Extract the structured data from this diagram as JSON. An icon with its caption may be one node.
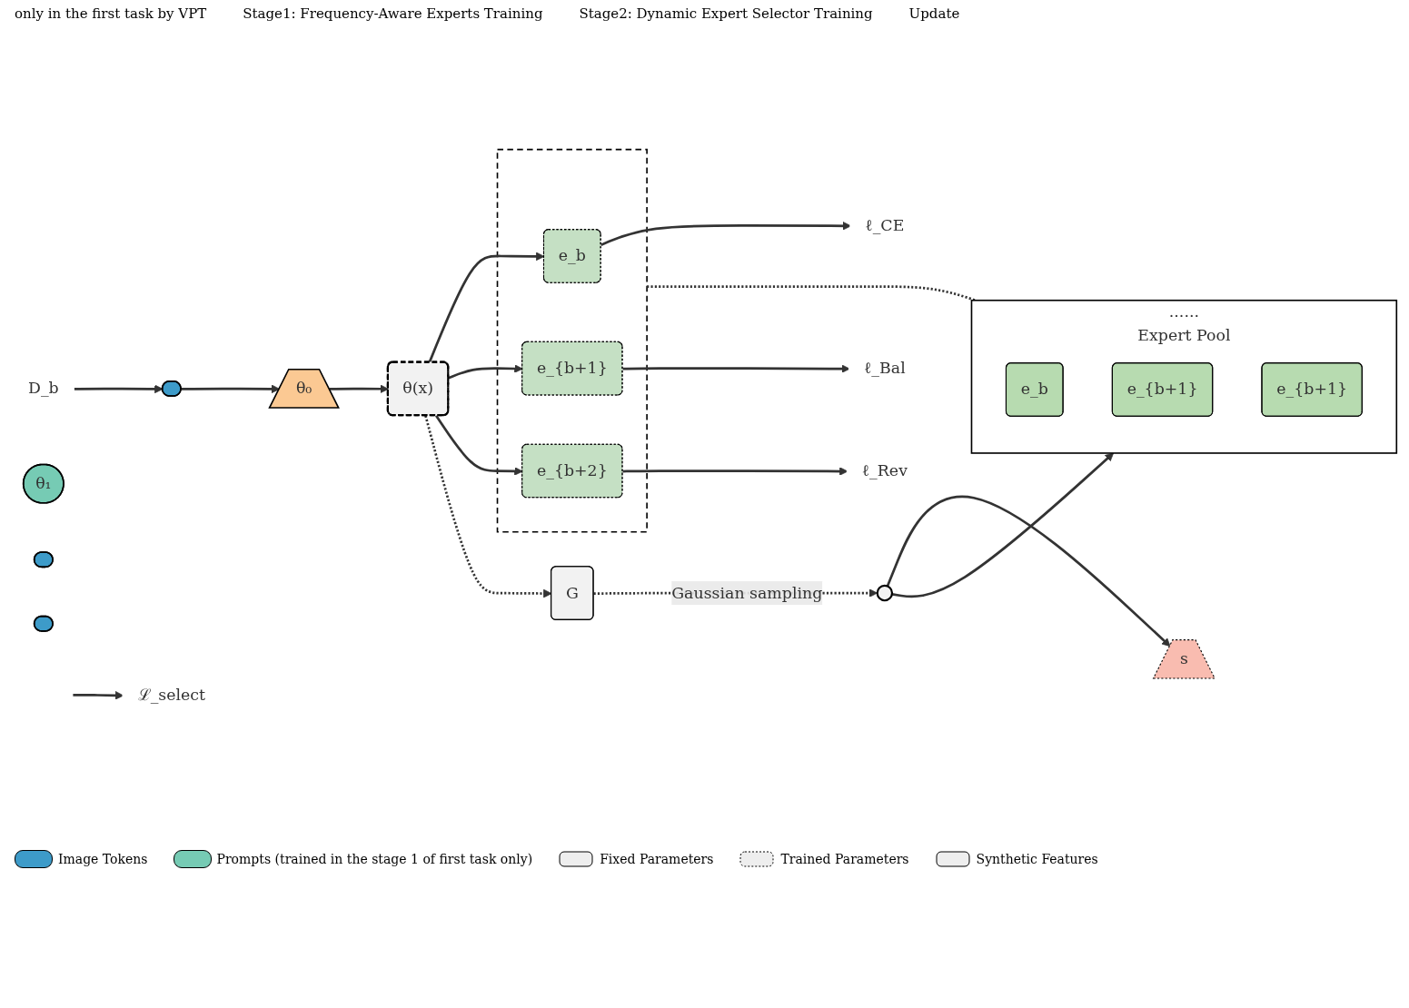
{
  "diagram": {
    "nodes": [
      {
        "text": [
          "D_b"
        ]
      },
      {
        "text": [
          "θ₁"
        ]
      },
      {
        "text": [],
        "shape": "box"
      },
      {
        "text": [],
        "shape": "box"
      },
      {
        "text": [],
        "shape": "box"
      },
      {
        "text": [
          "θ₀"
        ]
      },
      {
        "text": [
          "θ(x)"
        ]
      },
      {
        "text": [],
        "shape": "box"
      },
      {
        "text": [
          "e_b"
        ],
        "in": 7
      },
      {
        "text": [
          "e_{b+1}"
        ],
        "in": 7
      },
      {
        "text": [
          "e_{b+2}"
        ],
        "in": 7
      },
      {
        "text": [
          "ℓ_CE"
        ]
      },
      {
        "text": [
          "ℓ_Bal"
        ]
      },
      {
        "text": [
          "ℓ_Rev"
        ]
      },
      {
        "text": [
          "G"
        ]
      },
      {
        "text": [],
        "shape": "ellipse"
      },
      {
        "text": [
          "......",
          "Expert Pool"
        ]
      },
      {
        "text": [
          "e_b"
        ],
        "in": 16
      },
      {
        "text": [
          "e_{b+1}"
        ],
        "in": 16
      },
      {
        "text": [
          "e_{b+1}"
        ],
        "in": 16
      },
      {
        "text": [
          "s"
        ]
      },
      {
        "text": [
          "ℒ_select"
        ]
      }
    ],
    "edges": [
      {
        "from": 0,
        "to": 3,
        "arrow": "to"
      },
      {
        "from": 3,
        "to": 5,
        "arrow": "to"
      },
      {
        "from": 5,
        "to": 6,
        "arrow": "to"
      },
      {
        "from": 6,
        "to": 8,
        "arrow": "to"
      },
      {
        "from": 6,
        "to": 9,
        "arrow": "to"
      },
      {
        "from": 6,
        "to": 10,
        "arrow": "to"
      },
      {
        "from": 8,
        "to": 11,
        "arrow": "to"
      },
      {
        "from": 9,
        "to": 12,
        "arrow": "to"
      },
      {
        "from": 10,
        "to": 13,
        "arrow": "to"
      },
      {
        "from": 6,
        "to": 14,
        "arrow": "to",
        "style": "dashed"
      },
      {
        "from": 7,
        "to": 16,
        "arrow": "to",
        "style": "dashed"
      },
      {
        "from": 14,
        "to": 15,
        "arrow": "to",
        "style": "dashed",
        "label": "Gaussian sampling"
      },
      {
        "from": 15,
        "to": 16,
        "arrow": "to"
      },
      {
        "from": 15,
        "to": 20,
        "arrow": "to"
      },
      {
        "from": null,
        "to": 21,
        "arrow": "to"
      }
    ],
    "labels": [
      "only in the first task by VPT",
      "Stage1: Frequency-Aware Experts Training",
      "Stage2: Dynamic Expert Selector Training",
      "Update"
    ],
    "legend": [
      {
        "text": "Image Tokens",
        "color": "#3d9bc9"
      },
      {
        "text": "Prompts (trained in the stage 1 of first task only)",
        "color": "#76cbb4"
      },
      {
        "text": "Fixed Parameters"
      },
      {
        "text": "Trained Parameters"
      },
      {
        "text": "Synthetic Features"
      }
    ]
  }
}
